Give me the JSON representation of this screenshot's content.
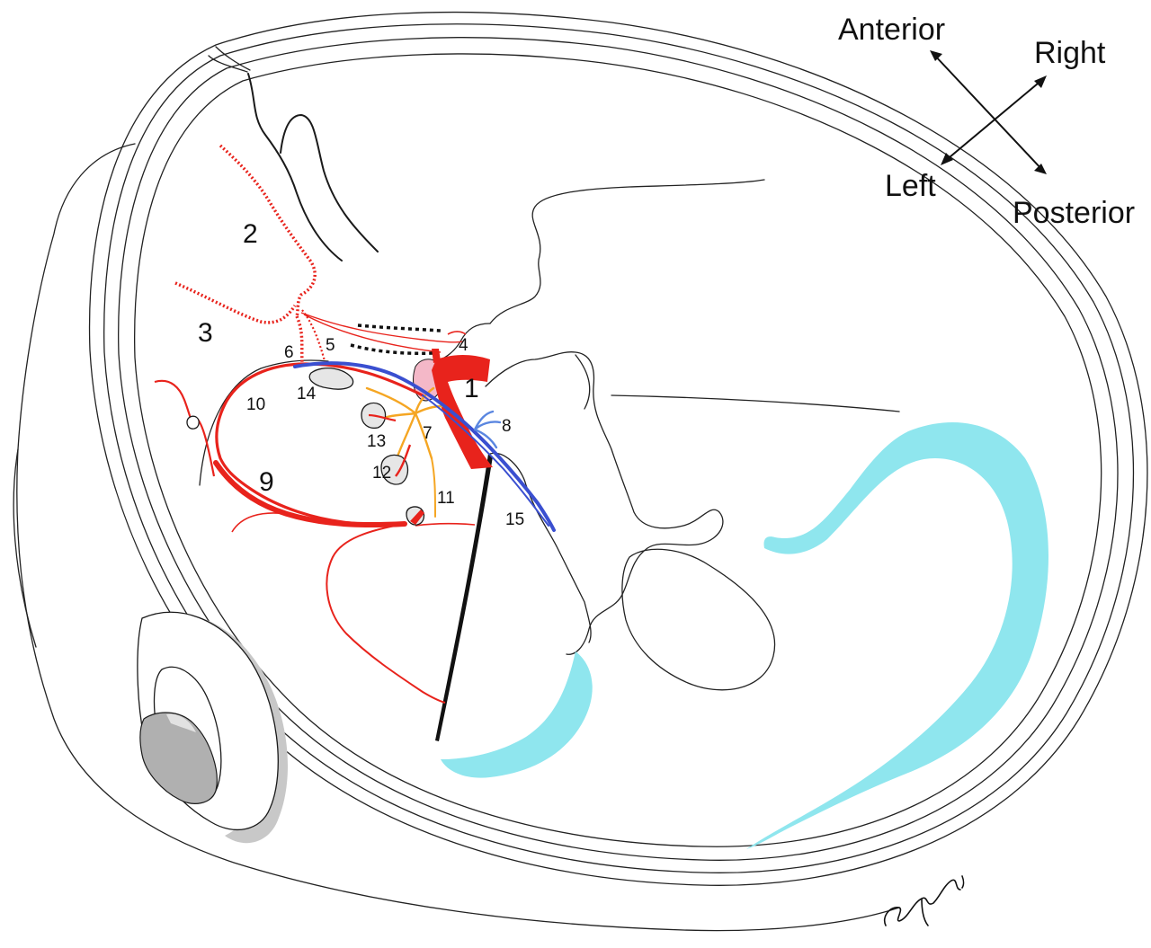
{
  "compass": {
    "anterior": "Anterior",
    "right": "Right",
    "left": "Left",
    "posterior": "Posterior"
  },
  "labels": {
    "n1": "1",
    "n2": "2",
    "n3": "3",
    "n4": "4",
    "n5": "5",
    "n6": "6",
    "n7": "7",
    "n8": "8",
    "n9": "9",
    "n10": "10",
    "n11": "11",
    "n12": "12",
    "n13": "13",
    "n14": "14",
    "n15": "15"
  },
  "colors": {
    "artery": "#e8231c",
    "vein": "#3a4fd0",
    "vein_light": "#5a86e0",
    "perforator": "#f5a623",
    "ventricle": "#8fe6ee",
    "pink_structure": "#f4b8c8",
    "line": "#1a1a1a",
    "ear_gray": "#c8c8c8"
  }
}
